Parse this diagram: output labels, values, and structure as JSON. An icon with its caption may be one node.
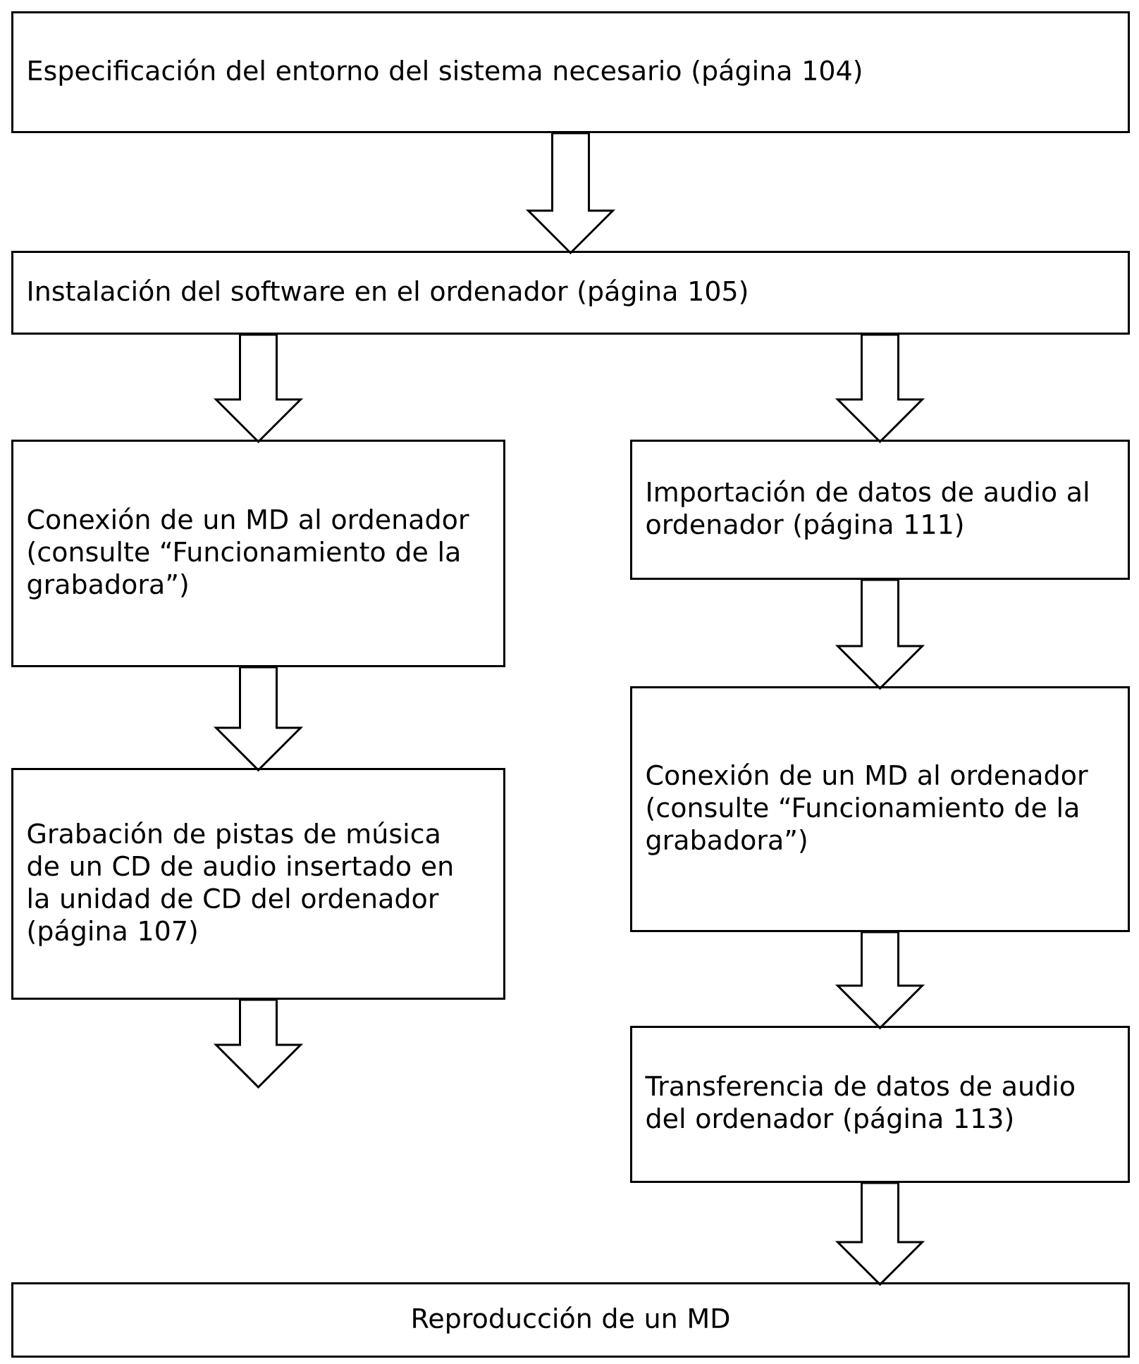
{
  "diagram": {
    "nodes": [
      {
        "text": [
          "Especificación del entorno del sistema necesario (página 104)"
        ]
      },
      {
        "text": [
          "Instalación del software en el ordenador (página 105)"
        ]
      },
      {
        "text": [
          "Conexión de un MD al ordenador (consulte “Funcionamiento de la grabadora”)"
        ]
      },
      {
        "text": [
          "Grabación de pistas de música de un CD de audio insertado en la unidad de CD del ordenador (página 107)"
        ]
      },
      {
        "text": [
          "Importación de datos de audio al ordenador (página 111)"
        ]
      },
      {
        "text": [
          "Conexión de un MD al ordenador (consulte “Funcionamiento de la grabadora”)"
        ]
      },
      {
        "text": [
          "Transferencia de datos de audio del ordenador (página 113)"
        ]
      },
      {
        "text": [
          "Reproducción de un MD"
        ]
      }
    ],
    "edges": [
      {
        "from": 0,
        "to": 1,
        "arrow": "to"
      },
      {
        "from": 1,
        "to": 2,
        "arrow": "to"
      },
      {
        "from": 1,
        "to": 4,
        "arrow": "to"
      },
      {
        "from": 2,
        "to": 3,
        "arrow": "to"
      },
      {
        "from": 3,
        "to": null,
        "arrow": "to"
      },
      {
        "from": 4,
        "to": 5,
        "arrow": "to"
      },
      {
        "from": 5,
        "to": 6,
        "arrow": "to"
      },
      {
        "from": 6,
        "to": 7,
        "arrow": "to"
      }
    ]
  }
}
